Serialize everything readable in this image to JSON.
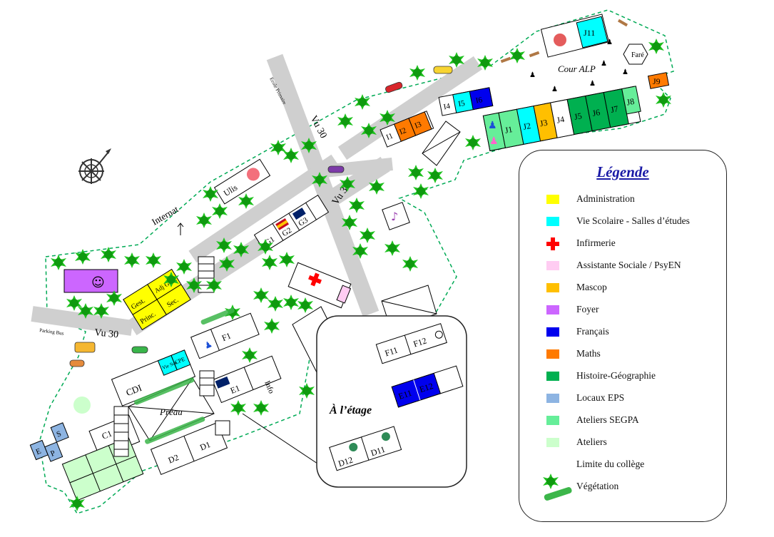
{
  "map": {
    "roads": {
      "vu30_a": "Vu 30",
      "vu30_b": "Vu 30",
      "vu30_c": "Vu 30",
      "ecole_primaire": "Ecole Primaire",
      "parking_bus": "Parking Bus",
      "internat": "Internat"
    },
    "areas": {
      "cour_alp": "Cour ALP",
      "fare": "Faré",
      "preau": "Préau",
      "a_l_etage": "À l’étage"
    },
    "rooms": {
      "j11": "J11",
      "j9": "J9",
      "j8": "J8",
      "j7": "J7",
      "j6": "J6",
      "j5": "J5",
      "j4": "J4",
      "j3": "J3",
      "j2": "J2",
      "j1": "J1",
      "i1": "I1",
      "i2": "I2",
      "i3": "I3",
      "i4": "I4",
      "i5": "I5",
      "i6": "I6",
      "ulis": "Ulis",
      "g1": "G1",
      "g2": "G2",
      "g3": "G3",
      "adj_gest": "Adj Gest.",
      "gest": "Gest.",
      "sec": "Sec.",
      "princ": "Princ.",
      "f1": "F1",
      "e1": "E1",
      "info": "Info",
      "cdi": "CDI",
      "vie_sco": "Vie Sco",
      "cpe": "CPE",
      "c1": "C1",
      "d1": "D1",
      "d2": "D2",
      "eps_e": "E",
      "eps_p": "P",
      "eps_s": "S",
      "f11": "F11",
      "f12": "F12",
      "e11": "E11",
      "e12": "E12",
      "d11": "D11",
      "d12": "D12"
    }
  },
  "legend": {
    "title": "Légende",
    "items": [
      {
        "label": "Administration",
        "color": "#ffff00"
      },
      {
        "label": "Vie Scolaire - Salles d’études",
        "color": "#00ffff"
      },
      {
        "label": "Infirmerie",
        "color": "#ff0000"
      },
      {
        "label": "Assistante Sociale / PsyEN",
        "color": "#ffccf2"
      },
      {
        "label": "Mascop",
        "color": "#ffbf00"
      },
      {
        "label": "Foyer",
        "color": "#cc66ff"
      },
      {
        "label": "Français",
        "color": "#0000ee"
      },
      {
        "label": "Maths",
        "color": "#ff7a00"
      },
      {
        "label": "Histoire-Géographie",
        "color": "#00b050"
      },
      {
        "label": "Locaux EPS",
        "color": "#8db4e2"
      },
      {
        "label": "Ateliers SEGPA",
        "color": "#66ee99"
      },
      {
        "label": "Ateliers",
        "color": "#ccffcc"
      },
      {
        "label": "Limite du collège",
        "color": "#00aa55"
      },
      {
        "label": "Végétation",
        "color": "#22bb22"
      }
    ]
  }
}
